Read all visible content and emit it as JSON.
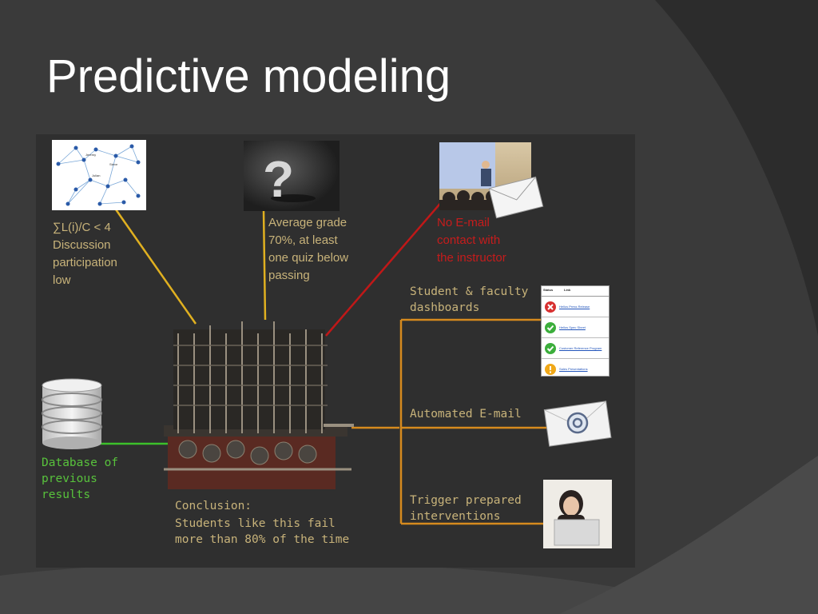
{
  "slide": {
    "title": "Predictive modeling"
  },
  "inputs": {
    "discussion": "∑L(i)/C < 4\nDiscussion\nparticipation\nlow",
    "grade": "Average grade\n70%, at least\none quiz below\npassing",
    "email_contact": "No E-mail\ncontact with\nthe instructor",
    "database": "Database of\nprevious\nresults"
  },
  "conclusion": {
    "heading": "Conclusion:",
    "text": "Students like this fail\nmore than 80% of the time"
  },
  "actions": {
    "dashboards": "Student & faculty\ndashboards",
    "email": "Automated E-mail",
    "interventions": "Trigger prepared\ninterventions"
  },
  "dashboard_table": {
    "headers": [
      "Status",
      "Link"
    ],
    "rows": [
      {
        "status": "error",
        "link": "Hellos Press Release"
      },
      {
        "status": "ok",
        "link": "Hellos Spec Sheet"
      },
      {
        "status": "ok",
        "link": "Customer Reference Program"
      },
      {
        "status": "warning",
        "link": "Sales Presentations"
      }
    ]
  },
  "network_labels": [
    "Jeremy",
    "Steve",
    "Julian"
  ],
  "colors": {
    "background": "#3a3a3a",
    "panel": "#2f2f2f",
    "yellow_line": "#e0b020",
    "red_line": "#c01818",
    "green_line": "#3cc02a",
    "orange_line": "#d68a1e",
    "tan_text": "#c8b37a"
  }
}
